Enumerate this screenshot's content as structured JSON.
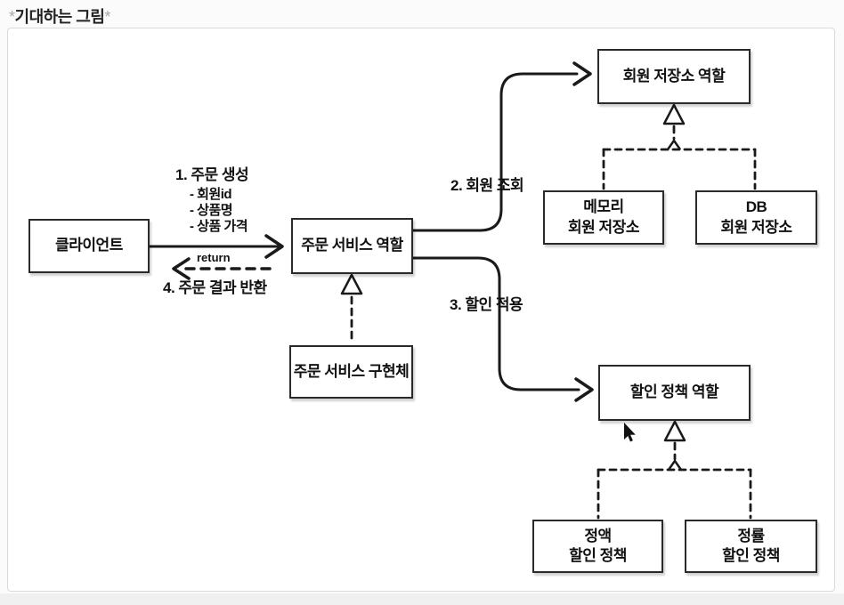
{
  "title": {
    "prefix": "*",
    "text": "기대하는 그림",
    "suffix": "*"
  },
  "diagram": {
    "boxes": [
      {
        "id": "client",
        "label": "클라이언트"
      },
      {
        "id": "order-service-role",
        "label": "주문 서비스 역할"
      },
      {
        "id": "order-service-impl",
        "label": "주문 서비스 구현체"
      },
      {
        "id": "member-repository-role",
        "label": "회원 저장소 역할"
      },
      {
        "id": "memory-member-repository",
        "label": "메모리\n회원 저장소"
      },
      {
        "id": "db-member-repository",
        "label": "DB\n회원 저장소"
      },
      {
        "id": "discount-policy-role",
        "label": "할인 정책 역할"
      },
      {
        "id": "fixed-discount-policy",
        "label": "정액\n할인 정책"
      },
      {
        "id": "rate-discount-policy",
        "label": "정률\n할인 정책"
      }
    ],
    "labels": {
      "step1": "1. 주문 생성",
      "step1_items": [
        "- 회원id",
        "- 상품명",
        "- 상품 가격"
      ],
      "step2": "2. 회원 조회",
      "step3": "3. 할인 적용",
      "step4": "4. 주문 결과 반환",
      "return_label": "return"
    },
    "colors": {
      "line": "#1a1a1a",
      "box_border": "#2a2a2a",
      "panel_bg": "#ffffff",
      "panel_border": "#dadada",
      "page_bg": "#fbfbfb",
      "muted_star": "#a9a9a9"
    }
  }
}
